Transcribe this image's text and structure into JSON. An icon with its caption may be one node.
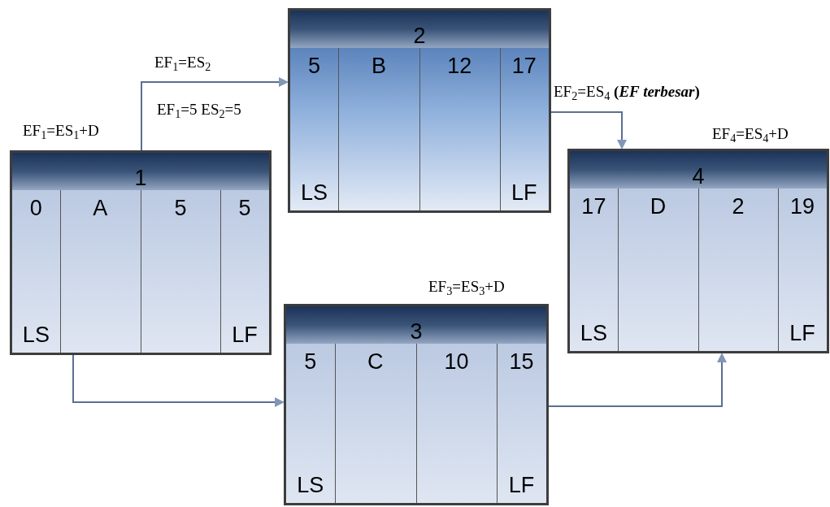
{
  "diagram": {
    "nodes": [
      {
        "text": [
          "1",
          "0",
          "A",
          "5",
          "5",
          "LS",
          "LF"
        ],
        "beside": [
          "EF$_{1}$=ES$_{1}$+D"
        ]
      },
      {
        "text": [
          "2",
          "5",
          "B",
          "12",
          "17",
          "LS",
          "LF"
        ]
      },
      {
        "text": [
          "3",
          "5",
          "C",
          "10",
          "15",
          "LS",
          "LF"
        ],
        "beside": [
          "EF$_{3}$=ES$_{3}$+D"
        ]
      },
      {
        "text": [
          "4",
          "17",
          "D",
          "2",
          "19",
          "LS",
          "LF"
        ],
        "beside": [
          "EF$_{4}$=ES$_{4}$+D"
        ]
      }
    ],
    "edges": [
      {
        "from": 0,
        "to": 1,
        "arrow": "to"
      },
      {
        "from": 1,
        "to": 3,
        "arrow": "to"
      },
      {
        "from": 0,
        "to": 2,
        "arrow": "to"
      },
      {
        "from": 2,
        "to": 3,
        "arrow": "to"
      }
    ],
    "labels": [
      "EF$_{1}$=ES$_{2}$",
      "EF$_{1}$=5 ES$_{2}$=5",
      "EF$_{2}$=ES$_{4}$ **(*EF terbesar*)**"
    ]
  }
}
